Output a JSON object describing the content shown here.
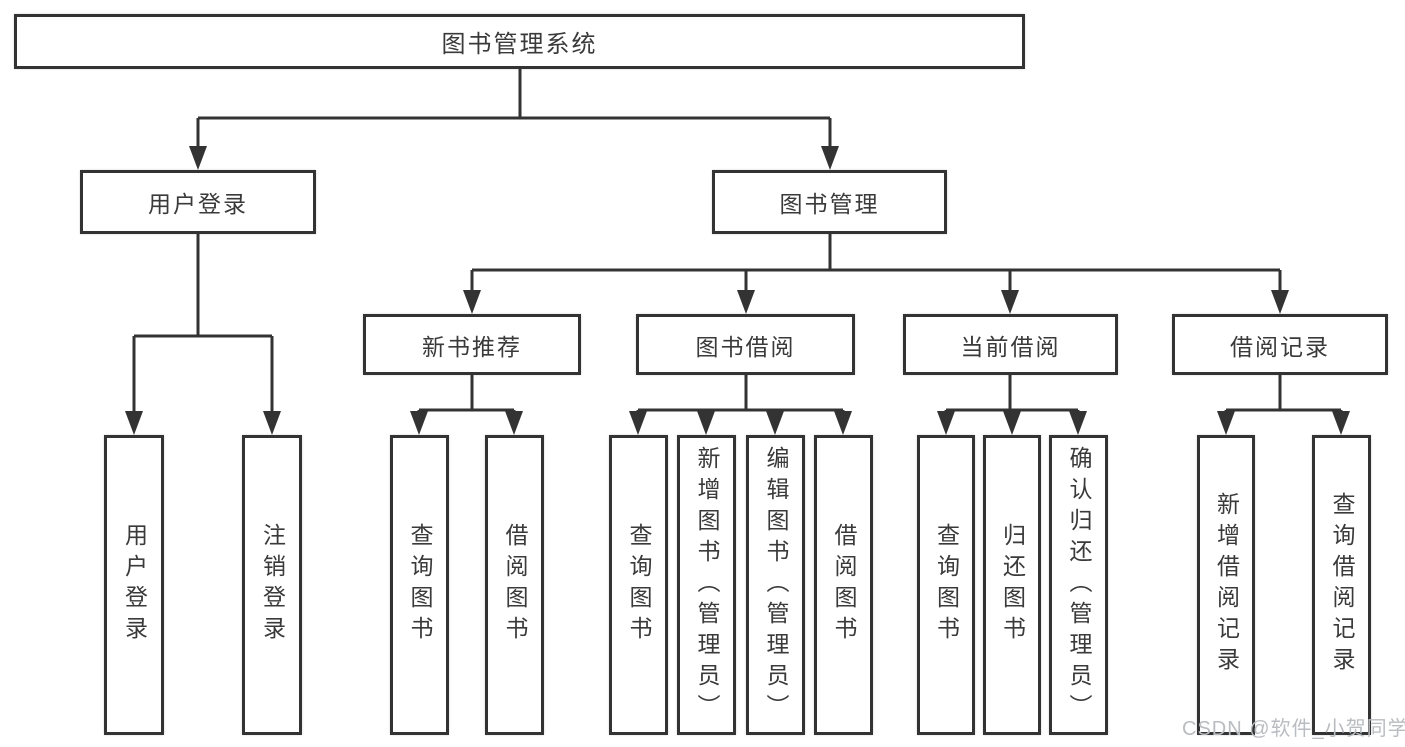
{
  "tree": {
    "root": {
      "label": "图书管理系统",
      "children": [
        {
          "label": "用户登录",
          "children": [
            {
              "label": "用户登录"
            },
            {
              "label": "注销登录"
            }
          ]
        },
        {
          "label": "图书管理",
          "children": [
            {
              "label": "新书推荐",
              "children": [
                {
                  "label": "查询图书"
                },
                {
                  "label": "借阅图书"
                }
              ]
            },
            {
              "label": "图书借阅",
              "children": [
                {
                  "label": "查询图书"
                },
                {
                  "label": "新增图书（管理员）"
                },
                {
                  "label": "编辑图书（管理员）"
                },
                {
                  "label": "借阅图书"
                }
              ]
            },
            {
              "label": "当前借阅",
              "children": [
                {
                  "label": "查询图书"
                },
                {
                  "label": "归还图书"
                },
                {
                  "label": "确认归还（管理员）"
                }
              ]
            },
            {
              "label": "借阅记录",
              "children": [
                {
                  "label": "新增借阅记录"
                },
                {
                  "label": "查询借阅记录"
                }
              ]
            }
          ]
        }
      ]
    }
  },
  "watermark": {
    "text": "CSDN @软件_小贺同学"
  },
  "colors": {
    "line": "#333333",
    "box_border": "#333333",
    "text": "#3a3a3a",
    "watermark": "#b9bcc0",
    "background": "#ffffff"
  }
}
